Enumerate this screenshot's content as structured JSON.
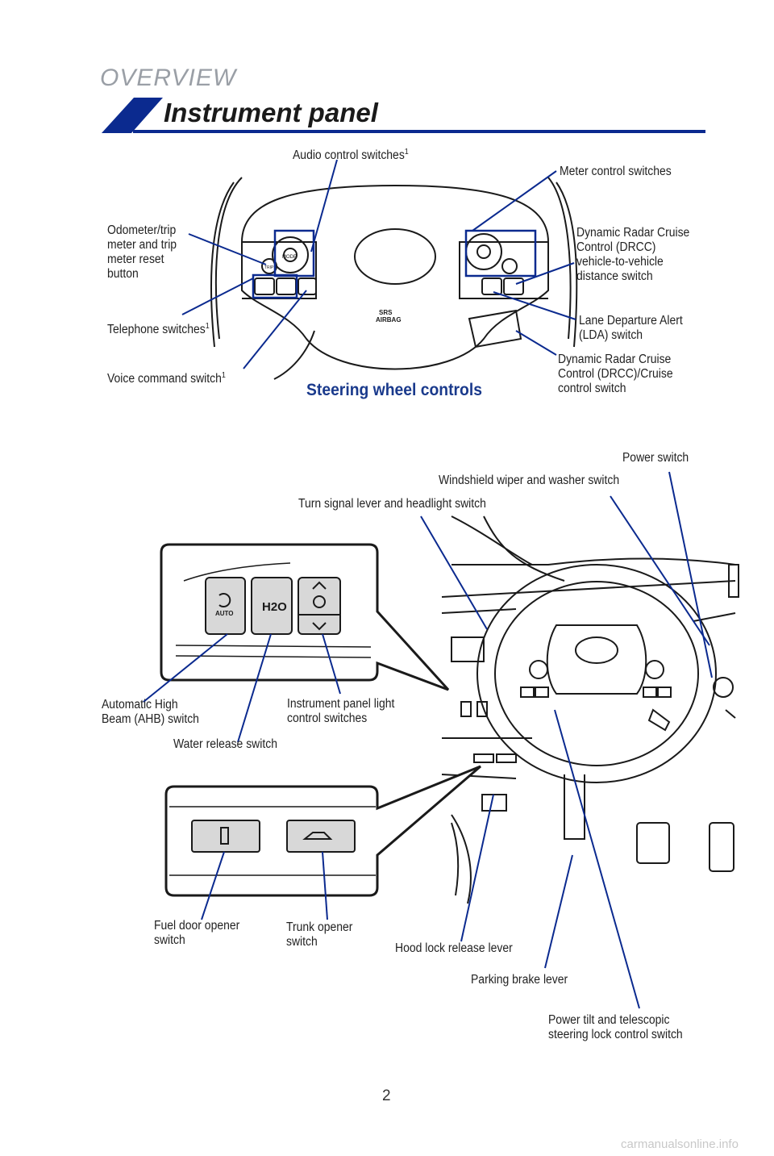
{
  "header": {
    "section": "OVERVIEW",
    "title": "Instrument panel",
    "accent_color": "#0b2a8f"
  },
  "steering": {
    "subtitle": "Steering wheel controls",
    "labels": {
      "audio": "Audio control switches",
      "meter": "Meter control switches",
      "odometer": "Odometer/trip\nmeter and trip\nmeter reset\nbutton",
      "drcc_distance": "Dynamic Radar Cruise\nControl (DRCC)\nvehicle-to-vehicle\ndistance switch",
      "telephone": "Telephone switches",
      "lda": "Lane Departure Alert\n(LDA) switch",
      "voice": "Voice command switch",
      "drcc_cruise": "Dynamic Radar Cruise\nControl (DRCC)/Cruise\ncontrol switch"
    },
    "footnote_mark": "1",
    "airbag_text": "SRS\nAIRBAG",
    "mode_text": "MODE",
    "trip_text": "TRIP"
  },
  "dashboard": {
    "labels": {
      "power": "Power switch",
      "wiper": "Windshield wiper and washer switch",
      "turn": "Turn signal lever and headlight switch",
      "ahb": "Automatic High\nBeam (AHB) switch",
      "panel_light": "Instrument panel light\ncontrol switches",
      "water": "Water release switch",
      "fuel": "Fuel door opener\nswitch",
      "trunk": "Trunk opener\nswitch",
      "hood": "Hood lock release lever",
      "parking": "Parking brake lever",
      "tilt": "Power tilt and telescopic\nsteering lock control switch"
    },
    "auto_text": "AUTO",
    "h2o_text": "H2O"
  },
  "page_number": "2",
  "watermark": "carmanualsonline.info",
  "colors": {
    "leader": "#0b2a8f",
    "outline": "#1a1a1a"
  }
}
